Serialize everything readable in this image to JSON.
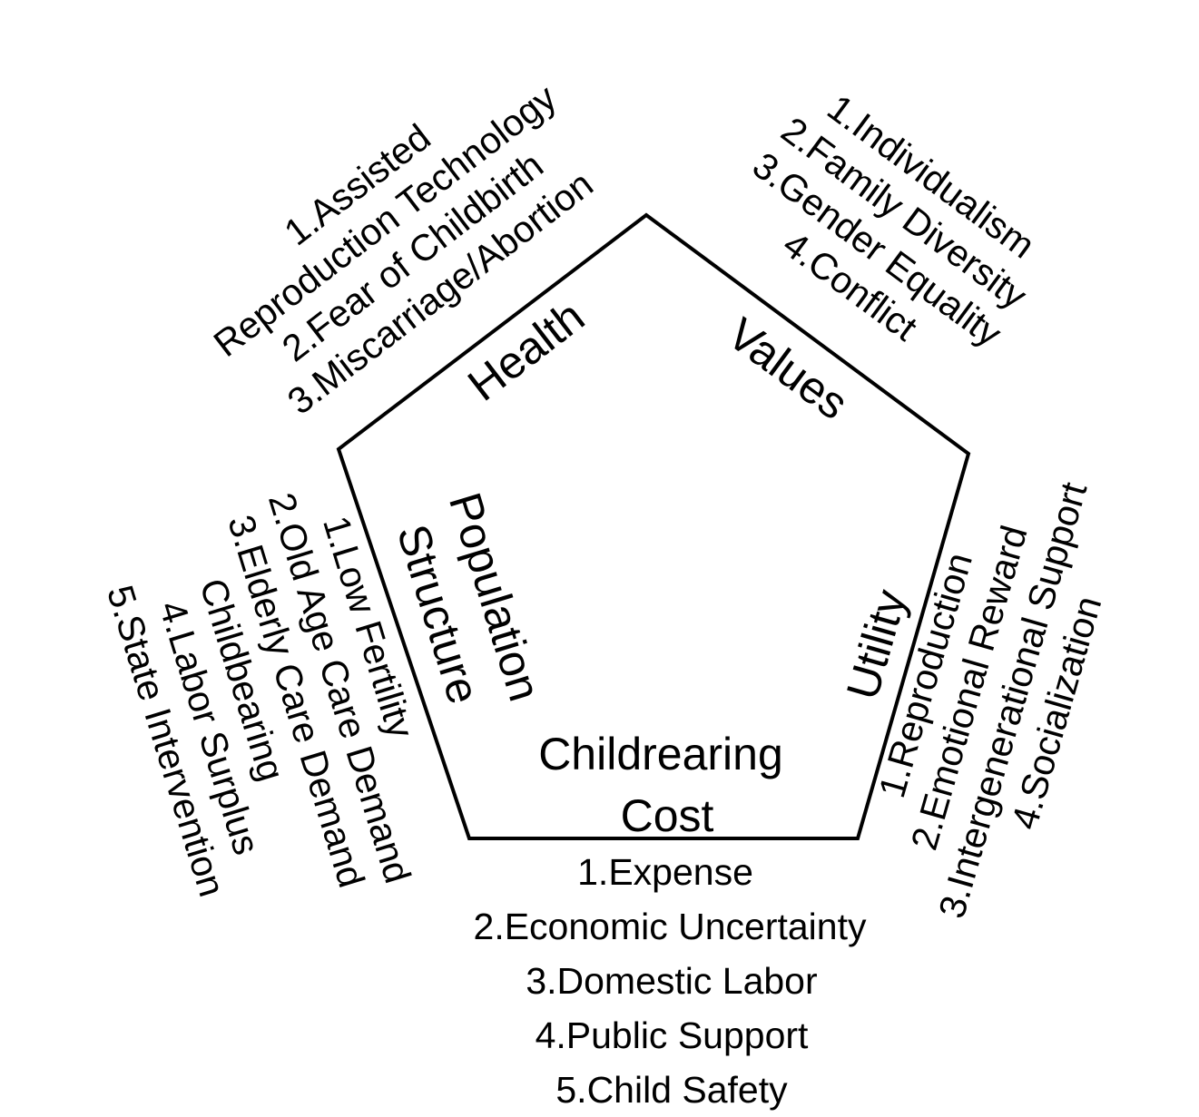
{
  "colors": {
    "stroke": "#000000",
    "text": "#000000",
    "background": "#ffffff"
  },
  "dimensions": {
    "health": {
      "label": "Health",
      "items": [
        "1.Assisted",
        "Reproduction Technology",
        "2.Fear of Childbirth",
        "3.Miscarriage/Abortion"
      ]
    },
    "values": {
      "label": "Values",
      "items": [
        "1.Individualism",
        "2.Family Diversity",
        "3.Gender Equality",
        "4.Conflict"
      ]
    },
    "utility": {
      "label": "Utility",
      "items": [
        "1.Reproduction",
        "2.Emotional Reward",
        "3.Intergenerational Support",
        "4.Socialization"
      ]
    },
    "cost": {
      "label_lines": [
        "Childrearing",
        "Cost"
      ],
      "items": [
        "1.Expense",
        "2.Economic Uncertainty",
        "3.Domestic Labor",
        "4.Public Support",
        "5.Child Safety"
      ]
    },
    "population": {
      "label_lines": [
        "Population",
        "Structure"
      ],
      "items": [
        "1.Low Fertility",
        "2.Old Age Care Demand",
        "3.Elderly Care Demand",
        "Childbearing",
        "4.Labor Surplus",
        "5.State Intervention"
      ]
    }
  }
}
